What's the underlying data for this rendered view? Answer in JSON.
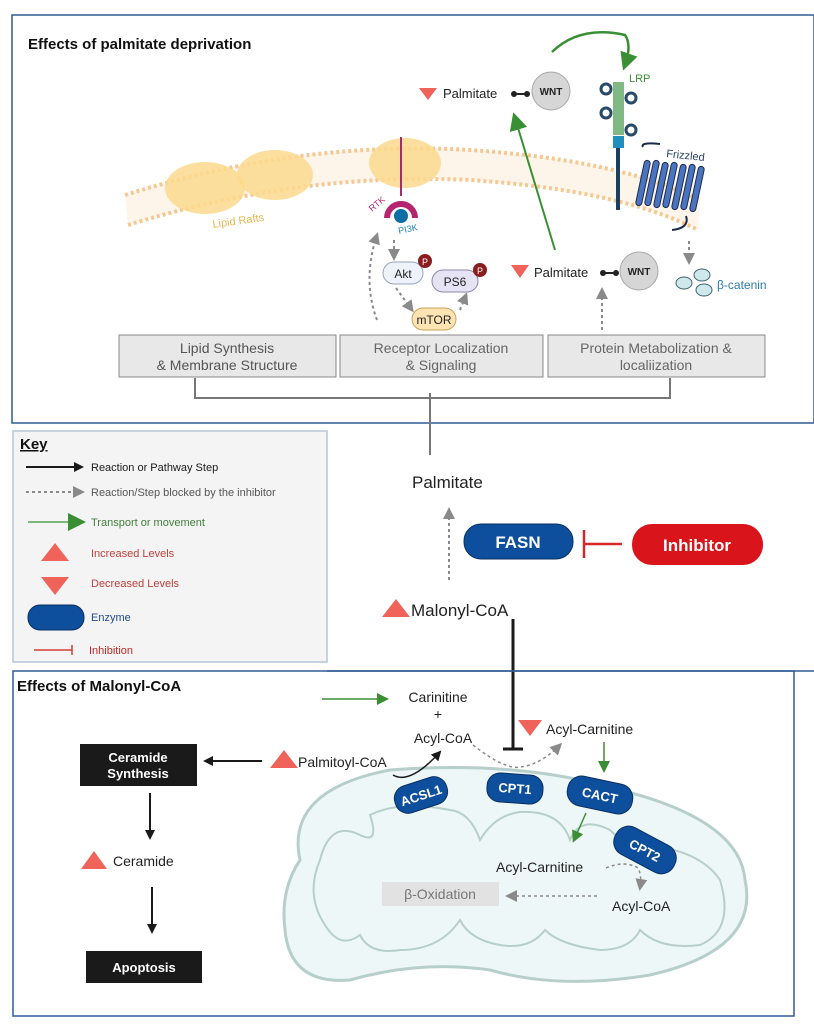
{
  "panels": {
    "top_title": "Effects of palmitate deprivation",
    "bottom_title": "Effects of Malonyl-CoA"
  },
  "membrane": {
    "lipid_rafts_label": "Lipid Rafts",
    "rtk_label": "RTK",
    "pi3k_label": "PI3K",
    "lrp_label": "LRP",
    "frizzled_label": "Frizzled",
    "beta_catenin_label": "β-catenin"
  },
  "signaling": {
    "akt_label": "Akt",
    "ps6_label": "PS6",
    "mtor_label": "mTOR",
    "phospho_label": "P",
    "wnt_label": "WNT",
    "palmitate_top_label": "Palmitate",
    "palmitate_mid_label": "Palmitate"
  },
  "category_boxes": [
    {
      "line1": "Lipid Synthesis",
      "line2": "&  Membrane Structure"
    },
    {
      "line1": "Receptor Localization",
      "line2": "& Signaling"
    },
    {
      "line1": "Protein Metabolization &",
      "line2": "localiization"
    }
  ],
  "key": {
    "title": "Key",
    "items": [
      {
        "label": "Reaction or Pathway Step",
        "color": "#1a1a1a"
      },
      {
        "label": "Reaction/Step blocked by the  inhibitor",
        "color": "#555555"
      },
      {
        "label": "Transport or movement",
        "color": "#3f7f3a"
      },
      {
        "label": "Increased Levels",
        "color": "#c0413b"
      },
      {
        "label": "Decreased Levels",
        "color": "#c0413b"
      },
      {
        "label": "Enzyme",
        "color": "#1f4b93"
      },
      {
        "label": "Inhibition",
        "color": "#c0282a"
      }
    ]
  },
  "center": {
    "palmitate_label": "Palmitate",
    "fasn_label": "FASN",
    "inhibitor_label": "Inhibitor",
    "malonyl_label": "Malonyl-CoA"
  },
  "malonyl_effects": {
    "carnitine_label": "Carinitine",
    "plus_label": "+",
    "acyl_coa_label": "Acyl-CoA",
    "acyl_carnitine_top_label": "Acyl-Carnitine",
    "palmitoyl_label": "Palmitoyl-CoA",
    "ceramide_synthesis_line1": "Ceramide",
    "ceramide_synthesis_line2": "Synthesis",
    "ceramide_label": "Ceramide",
    "apoptosis_label": "Apoptosis",
    "acsl1_label": "ACSL1",
    "cpt1_label": "CPT1",
    "cact_label": "CACT",
    "cpt2_label": "CPT2",
    "acyl_carnitine_inner_label": "Acyl-Carnitine",
    "acyl_coa_inner_label": "Acyl-CoA",
    "beta_oxidation_label": "β-Oxidation"
  },
  "colors": {
    "panel_border": "#2f5b94",
    "enzyme": "#0d4f9c",
    "inhibitor": "#d9141a",
    "level_marker": "#f0635a",
    "transport": "#3a8f34",
    "blocked": "#8a8a8a",
    "raft": "#fbd98e",
    "mito_fill": "#eef7f7",
    "mito_stroke": "#b7cfcb"
  }
}
